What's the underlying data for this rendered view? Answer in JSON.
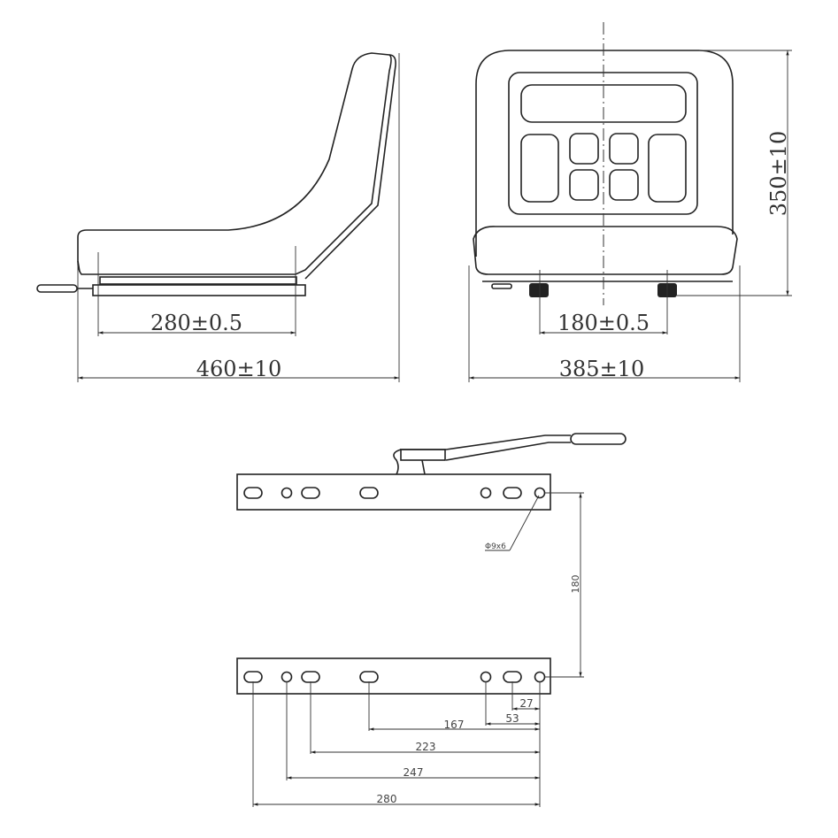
{
  "side_view": {
    "seat_rail_spacing": "280±0.5",
    "overall_depth": "460±10"
  },
  "front_view": {
    "rail_spacing": "180±0.5",
    "overall_width": "385±10",
    "overall_height": "350±10"
  },
  "rail_detail": {
    "hole_callout": "Φ9x6",
    "rail_distance": "180",
    "hole_offsets": [
      "27",
      "53",
      "167",
      "223",
      "247",
      "280"
    ]
  }
}
